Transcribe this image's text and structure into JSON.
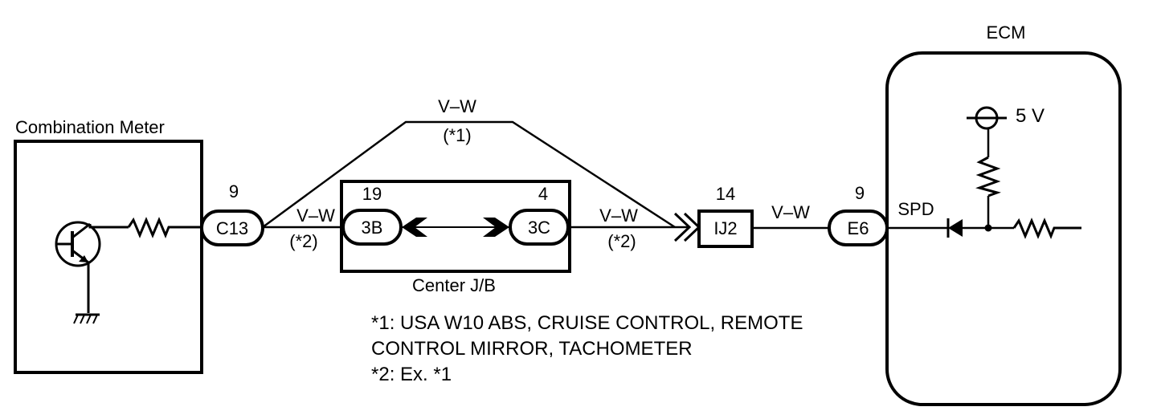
{
  "components": {
    "combination_meter": "Combination Meter",
    "center_jb": "Center J/B",
    "ecm": "ECM"
  },
  "connectors": {
    "c13": {
      "name": "C13",
      "pin": "9"
    },
    "jb_3b": {
      "name": "3B",
      "pin": "19"
    },
    "jb_3c": {
      "name": "3C",
      "pin": "4"
    },
    "ij2": {
      "name": "IJ2",
      "pin": "14"
    },
    "e6": {
      "name": "E6",
      "pin": "9"
    }
  },
  "wires": {
    "top_color": "V–W",
    "top_note": "(*1)",
    "c13_3b_color": "V–W",
    "c13_3b_note": "(*2)",
    "3c_ij2_color": "V–W",
    "3c_ij2_note": "(*2)",
    "ij2_e6_color": "V–W"
  },
  "ecm": {
    "terminal": "SPD",
    "voltage": "5 V"
  },
  "notes": {
    "line1": "*1: USA W10 ABS, CRUISE CONTROL, REMOTE",
    "line2": "CONTROL MIRROR, TACHOMETER",
    "line3": "*2: Ex. *1"
  },
  "colors": {
    "line": "#000000",
    "background": "#ffffff"
  }
}
